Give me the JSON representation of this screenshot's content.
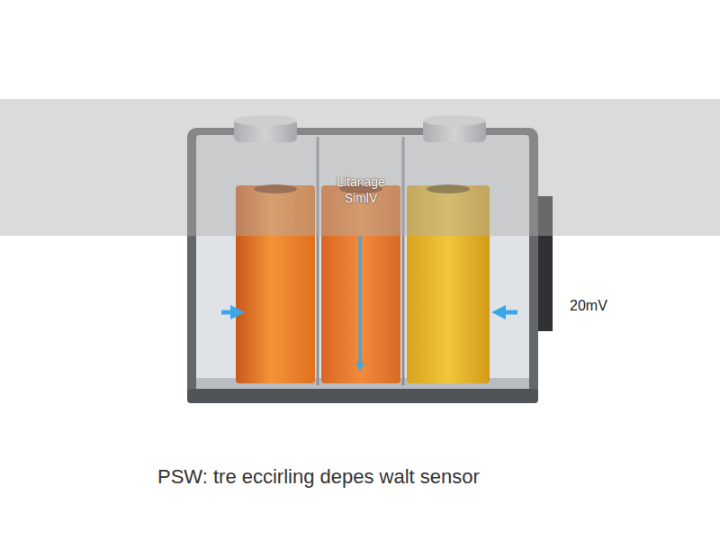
{
  "diagram": {
    "caption": "PSW: tre eccirling depes walt sensor",
    "nodes": [
      {
        "text": [
          "Litanage SimlV"
        ]
      }
    ],
    "labels": [
      "20mV"
    ]
  }
}
